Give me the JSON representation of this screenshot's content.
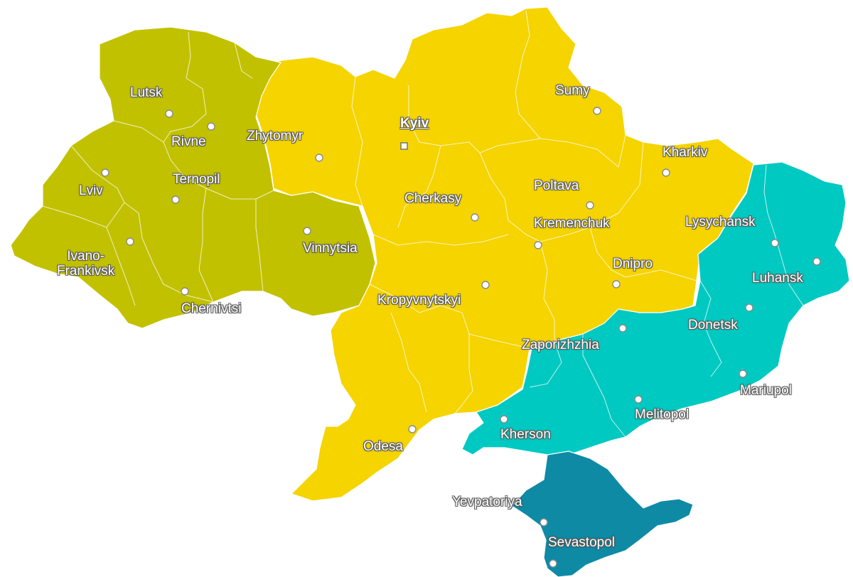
{
  "colors": {
    "west": "#c2c100",
    "central": "#f5d400",
    "southeast": "#00c9c2",
    "crimea": "#0e8aa5",
    "label_text": "#ffffff",
    "label_outline": "#5a5a5a"
  },
  "regions": [
    {
      "id": "west",
      "color_key": "west"
    },
    {
      "id": "central",
      "color_key": "central"
    },
    {
      "id": "southeast",
      "color_key": "southeast"
    },
    {
      "id": "crimea",
      "color_key": "crimea"
    }
  ],
  "cities": [
    {
      "name": "Lutsk"
    },
    {
      "name": "Rivne"
    },
    {
      "name": "Lviv"
    },
    {
      "name": "Ternopil"
    },
    {
      "name": "Ivano-\nFrankivsk"
    },
    {
      "name": "Chernivtsi"
    },
    {
      "name": "Zhytomyr"
    },
    {
      "name": "Vinnytsia"
    },
    {
      "name": "Kyiv",
      "capital": true
    },
    {
      "name": "Cherkasy"
    },
    {
      "name": "Sumy"
    },
    {
      "name": "Kharkiv"
    },
    {
      "name": "Poltava"
    },
    {
      "name": "Kremenchuk"
    },
    {
      "name": "Lysychansk"
    },
    {
      "name": "Luhansk"
    },
    {
      "name": "Dnipro"
    },
    {
      "name": "Kropyvnytskyi"
    },
    {
      "name": "Donetsk"
    },
    {
      "name": "Zaporizhzhia"
    },
    {
      "name": "Mariupol"
    },
    {
      "name": "Melitopol"
    },
    {
      "name": "Kherson"
    },
    {
      "name": "Odesa"
    },
    {
      "name": "Yevpatoriya"
    },
    {
      "name": "Sevastopol"
    }
  ]
}
